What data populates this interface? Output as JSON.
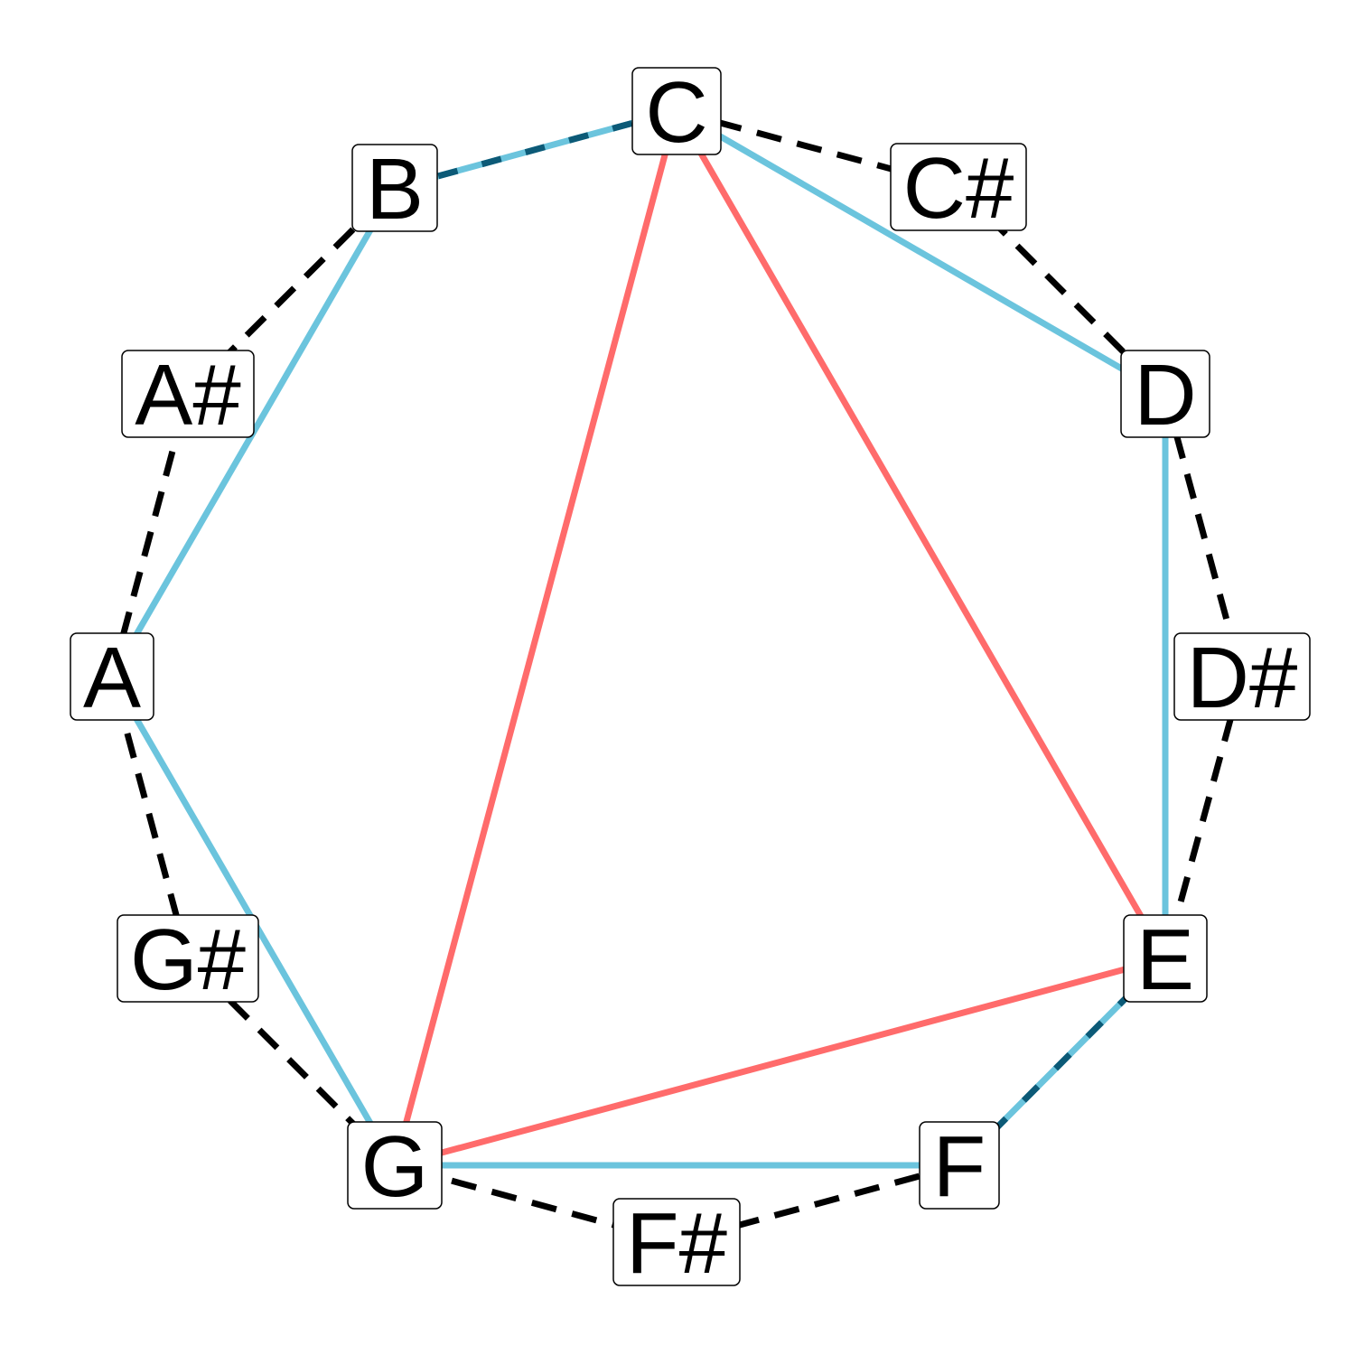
{
  "colors": {
    "chromatic_edge": "#000000",
    "scale_edge": "#6BC4DD",
    "scale_edge_dash": "#0C5A77",
    "triad_edge": "#FF6B6B"
  },
  "notes": [
    {
      "id": "C",
      "label": "C"
    },
    {
      "id": "Cs",
      "label": "C#"
    },
    {
      "id": "D",
      "label": "D"
    },
    {
      "id": "Ds",
      "label": "D#"
    },
    {
      "id": "E",
      "label": "E"
    },
    {
      "id": "F",
      "label": "F"
    },
    {
      "id": "Fs",
      "label": "F#"
    },
    {
      "id": "G",
      "label": "G"
    },
    {
      "id": "Gs",
      "label": "G#"
    },
    {
      "id": "A",
      "label": "A"
    },
    {
      "id": "As",
      "label": "A#"
    },
    {
      "id": "B",
      "label": "B"
    }
  ],
  "edges": [
    {
      "from": "C",
      "to": "Cs",
      "kind": "chromatic"
    },
    {
      "from": "Cs",
      "to": "D",
      "kind": "chromatic"
    },
    {
      "from": "D",
      "to": "Ds",
      "kind": "chromatic"
    },
    {
      "from": "Ds",
      "to": "E",
      "kind": "chromatic"
    },
    {
      "from": "F",
      "to": "Fs",
      "kind": "chromatic"
    },
    {
      "from": "Fs",
      "to": "G",
      "kind": "chromatic"
    },
    {
      "from": "G",
      "to": "Gs",
      "kind": "chromatic"
    },
    {
      "from": "Gs",
      "to": "A",
      "kind": "chromatic"
    },
    {
      "from": "A",
      "to": "As",
      "kind": "chromatic"
    },
    {
      "from": "As",
      "to": "B",
      "kind": "chromatic"
    },
    {
      "from": "B",
      "to": "C",
      "kind": "scale-half"
    },
    {
      "from": "E",
      "to": "F",
      "kind": "scale-half"
    },
    {
      "from": "C",
      "to": "D",
      "kind": "scale"
    },
    {
      "from": "D",
      "to": "E",
      "kind": "scale"
    },
    {
      "from": "F",
      "to": "G",
      "kind": "scale"
    },
    {
      "from": "G",
      "to": "A",
      "kind": "scale"
    },
    {
      "from": "A",
      "to": "B",
      "kind": "scale"
    },
    {
      "from": "C",
      "to": "E",
      "kind": "triad"
    },
    {
      "from": "E",
      "to": "G",
      "kind": "triad"
    },
    {
      "from": "G",
      "to": "C",
      "kind": "triad"
    }
  ]
}
